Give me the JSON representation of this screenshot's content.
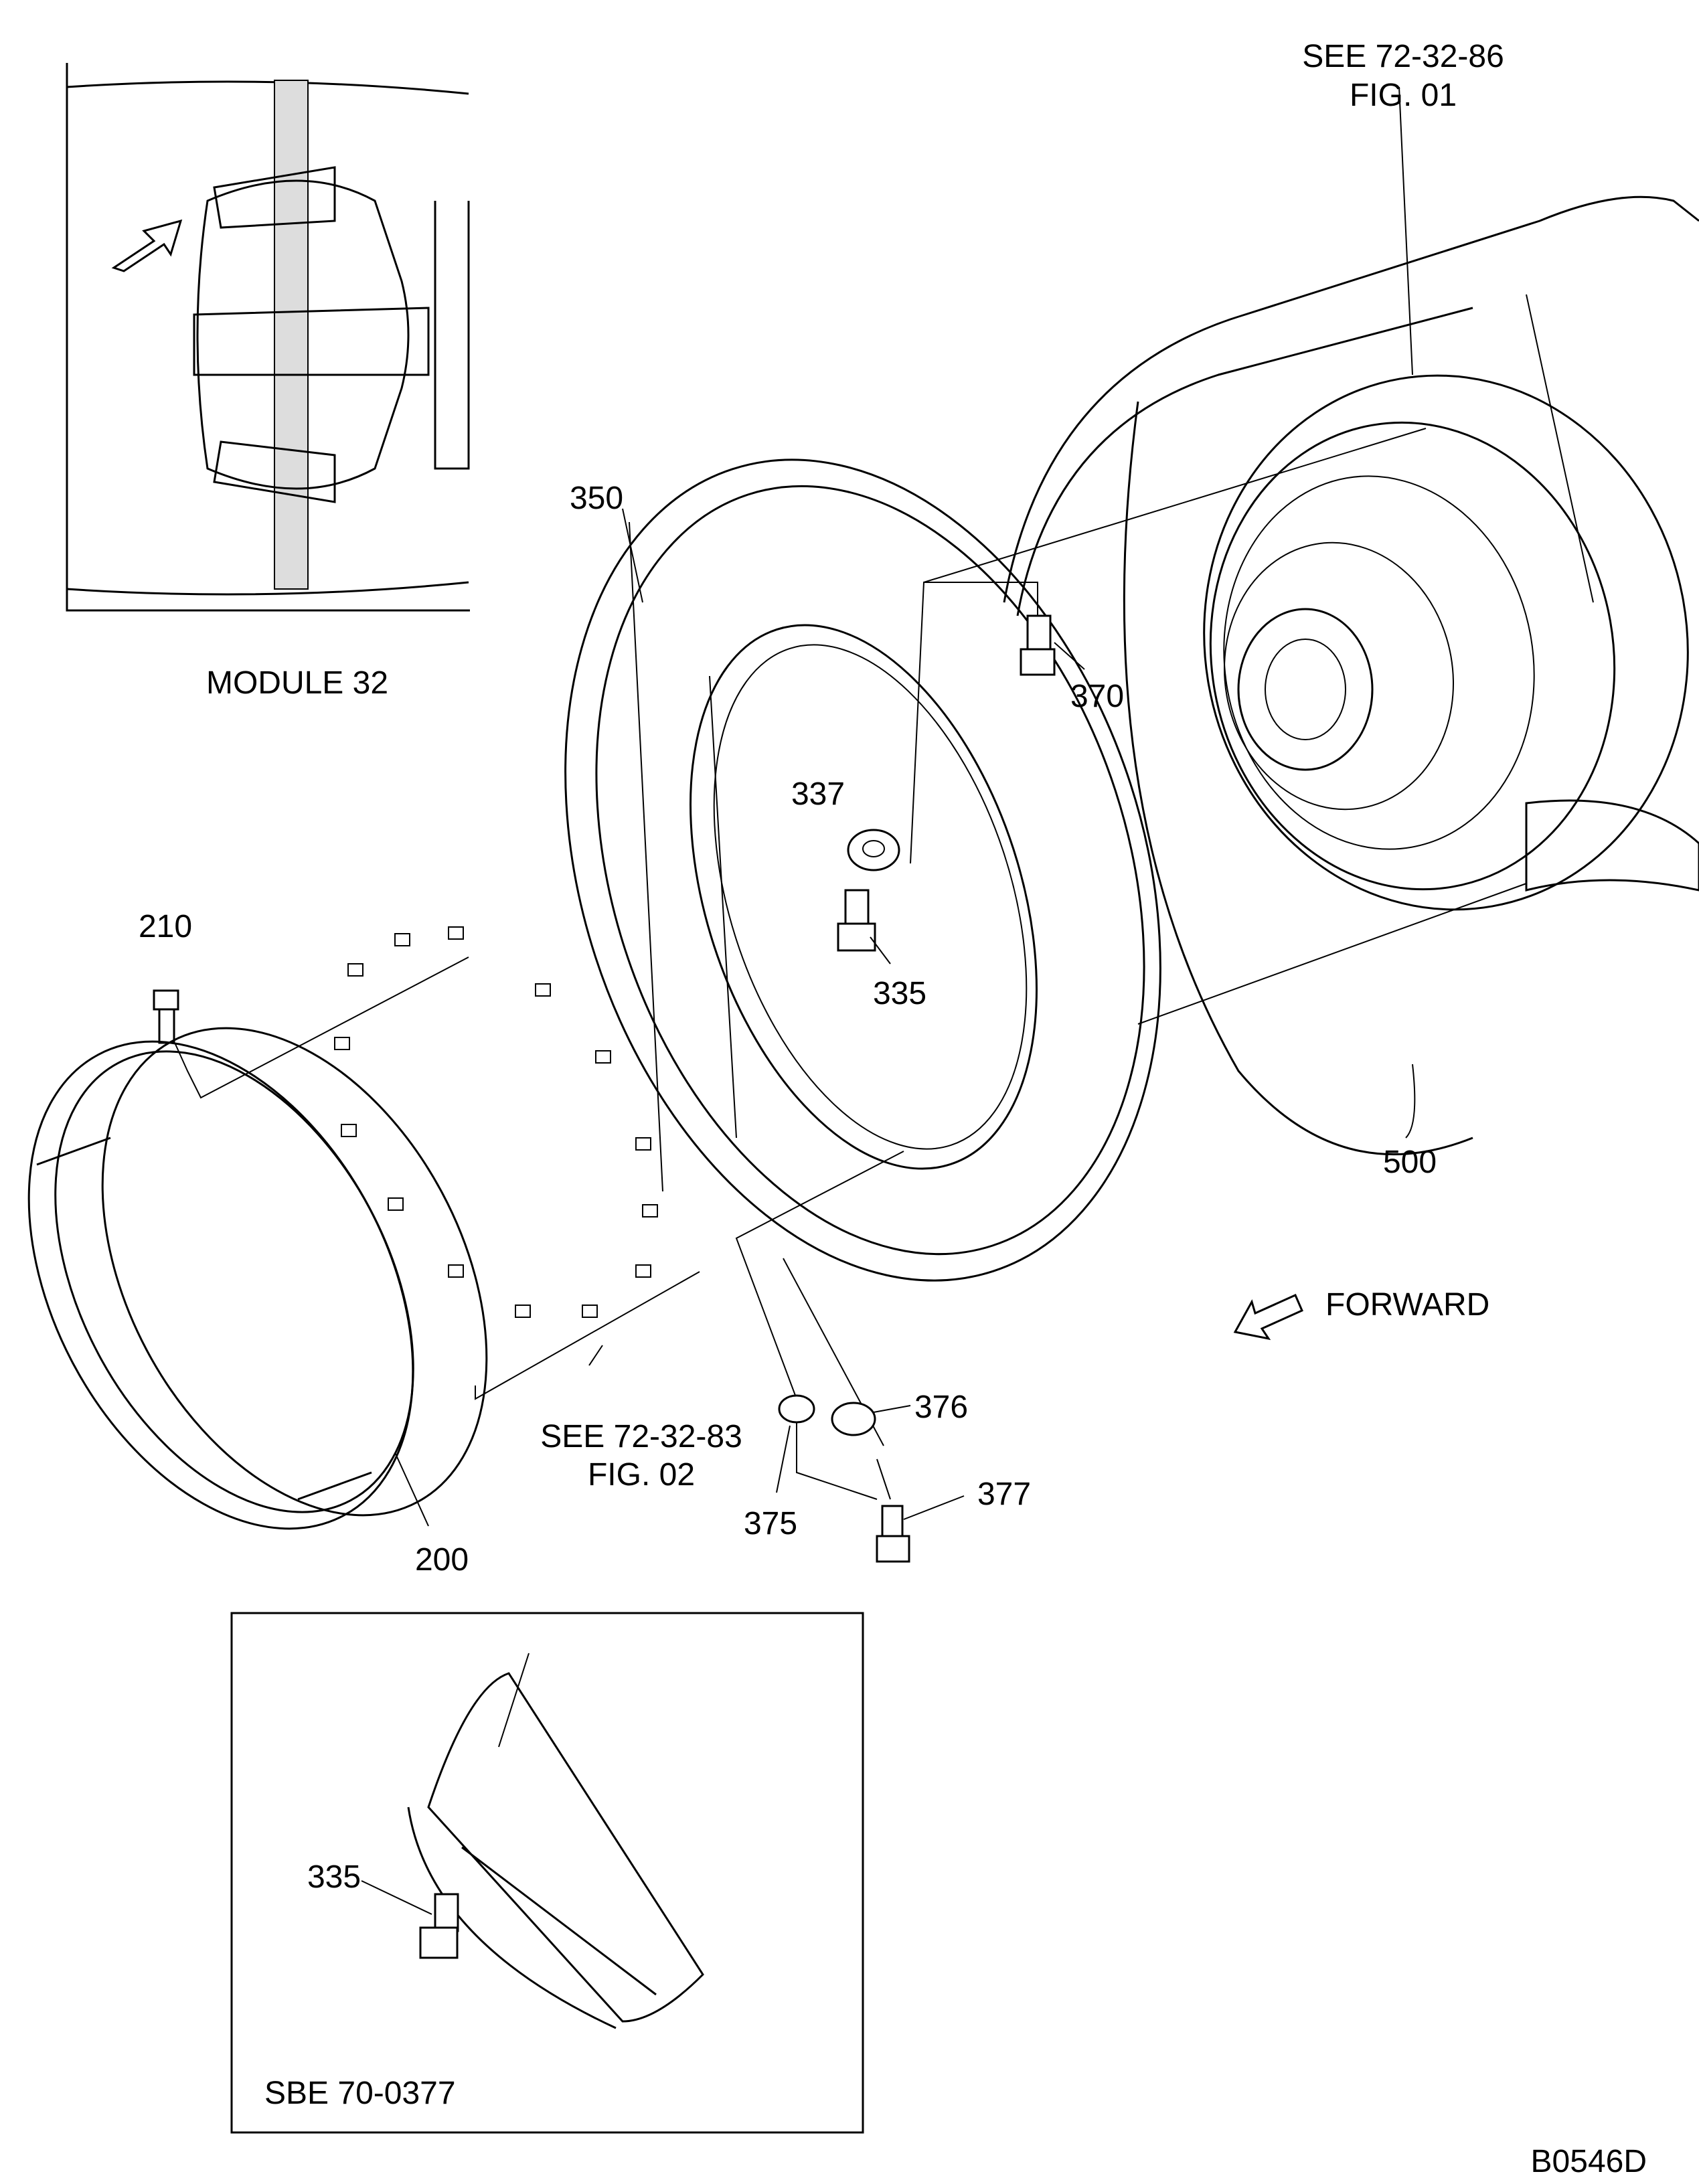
{
  "labels": {
    "see_fig01_line1": "SEE  72-32-86",
    "see_fig01_line2": "FIG.  01",
    "module": "MODULE  32",
    "part_350": "350",
    "part_370": "370",
    "part_337": "337",
    "part_335": "335",
    "part_210": "210",
    "part_500": "500",
    "forward": "FORWARD",
    "part_376": "376",
    "see_fig02_line1": "SEE  72-32-83",
    "see_fig02_line2": "FIG.  02",
    "part_377": "377",
    "part_375": "375",
    "part_200": "200",
    "inset_part_335": "335",
    "inset_sbe": "SBE  70-0377",
    "drawing_id": "B0546D"
  },
  "icons": {
    "forward_arrow": "hollow-arrow-left-down",
    "module_arrow": "hollow-arrow-right-up"
  }
}
